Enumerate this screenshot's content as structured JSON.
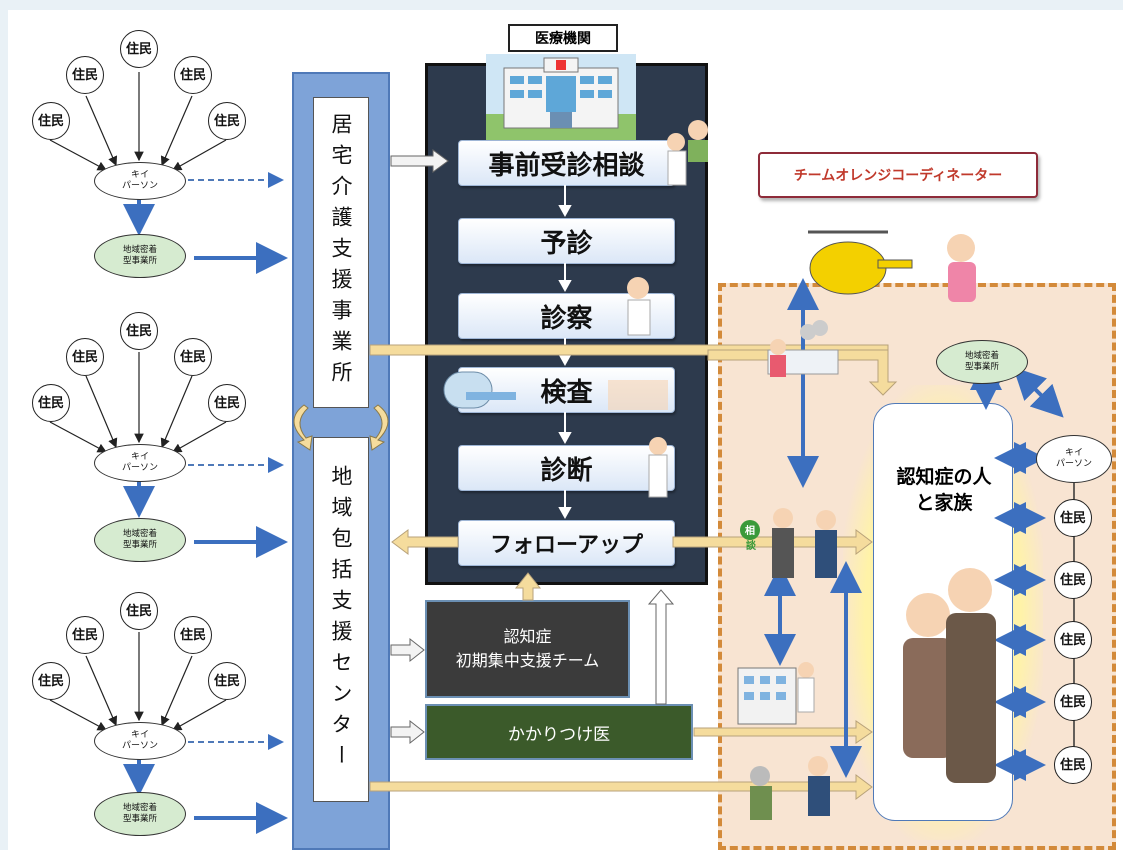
{
  "hospital": {
    "label": "医療機関"
  },
  "steps": [
    "事前受診相談",
    "予診",
    "診察",
    "検査",
    "診断",
    "フォローアップ"
  ],
  "kyotaku": "居宅介護支援事業所",
  "chiiki_center": "地域包括支援センター",
  "team": {
    "line1": "認知症",
    "line2": "初期集中支援チーム"
  },
  "kakaritsuke": "かかりつけ医",
  "coordinator": "チームオレンジコーディネーター",
  "patient": {
    "line1": "認知症の人",
    "line2": "と家族"
  },
  "resident": "住民",
  "key_person": {
    "line1": "キイ",
    "line2": "パーソン"
  },
  "community_office": {
    "line1": "地域密着",
    "line2": "型事業所"
  },
  "consult_badge": "相談",
  "colors": {
    "dark_panel": "#2d3a4d",
    "blue_bar": "#7ea3d8",
    "arrow_blue": "#3c6fbf",
    "yellow_arrow": "#f5dc9d",
    "orange_border": "#d38a3a",
    "team_box": "#3b3b3b",
    "kakaritsuke_box": "#3b5a2a",
    "speech_border": "#8e2b39"
  }
}
